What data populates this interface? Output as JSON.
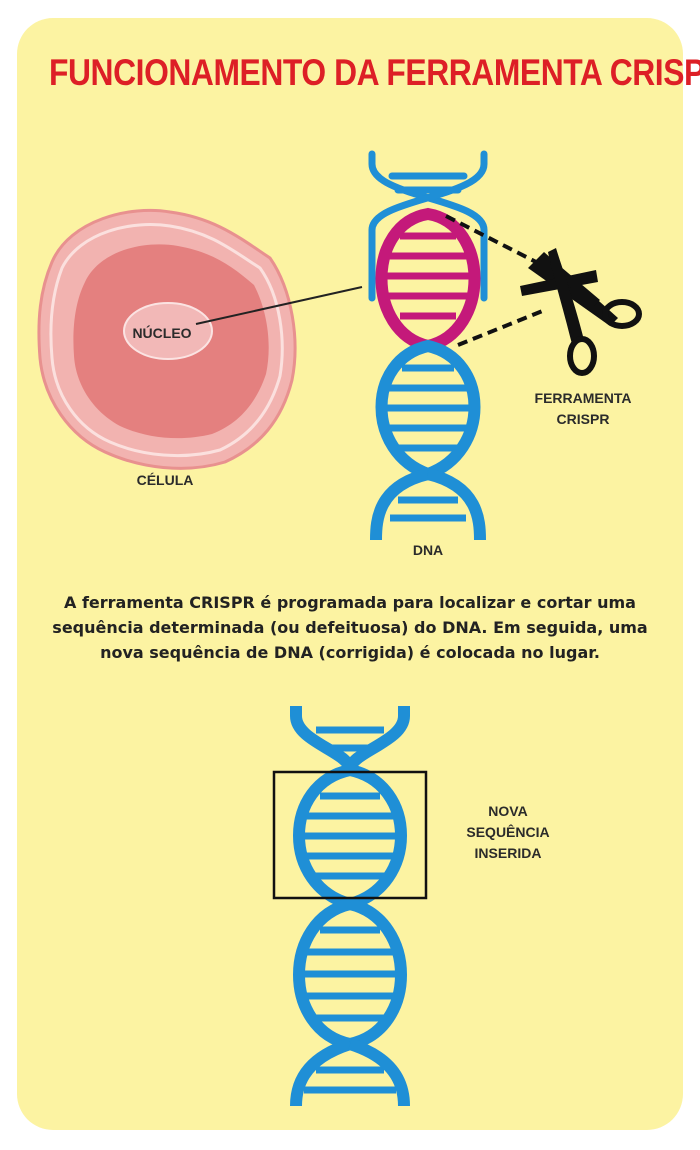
{
  "title": "FUNCIONAMENTO DA FERRAMENTA CRISPR",
  "colors": {
    "background": "#fcf3a2",
    "title": "#dd1f26",
    "dna_blue": "#1f8fd6",
    "dna_target": "#c4197a",
    "cell_outer": "#f2b3b0",
    "cell_inner": "#e4807f",
    "nucleus": "#f2b8b7"
  },
  "labels": {
    "nucleus": "NÚCLEO",
    "cell": "CÉLULA",
    "dna": "DNA",
    "tool_line1": "FERRAMENTA",
    "tool_line2": "CRISPR",
    "new_seq_line1": "NOVA",
    "new_seq_line2": "SEQUÊNCIA",
    "new_seq_line3": "INSERIDA"
  },
  "caption": {
    "line1": "A ferramenta CRISPR é programada para localizar e cortar uma",
    "line2": "sequência determinada (ou defeituosa) do DNA. Em seguida, uma",
    "line3": "nova sequência de DNA (corrigida) é colocada no lugar."
  },
  "icons": {
    "scissors": "scissors-icon",
    "cell": "cell-icon",
    "dna": "dna-helix-icon"
  }
}
